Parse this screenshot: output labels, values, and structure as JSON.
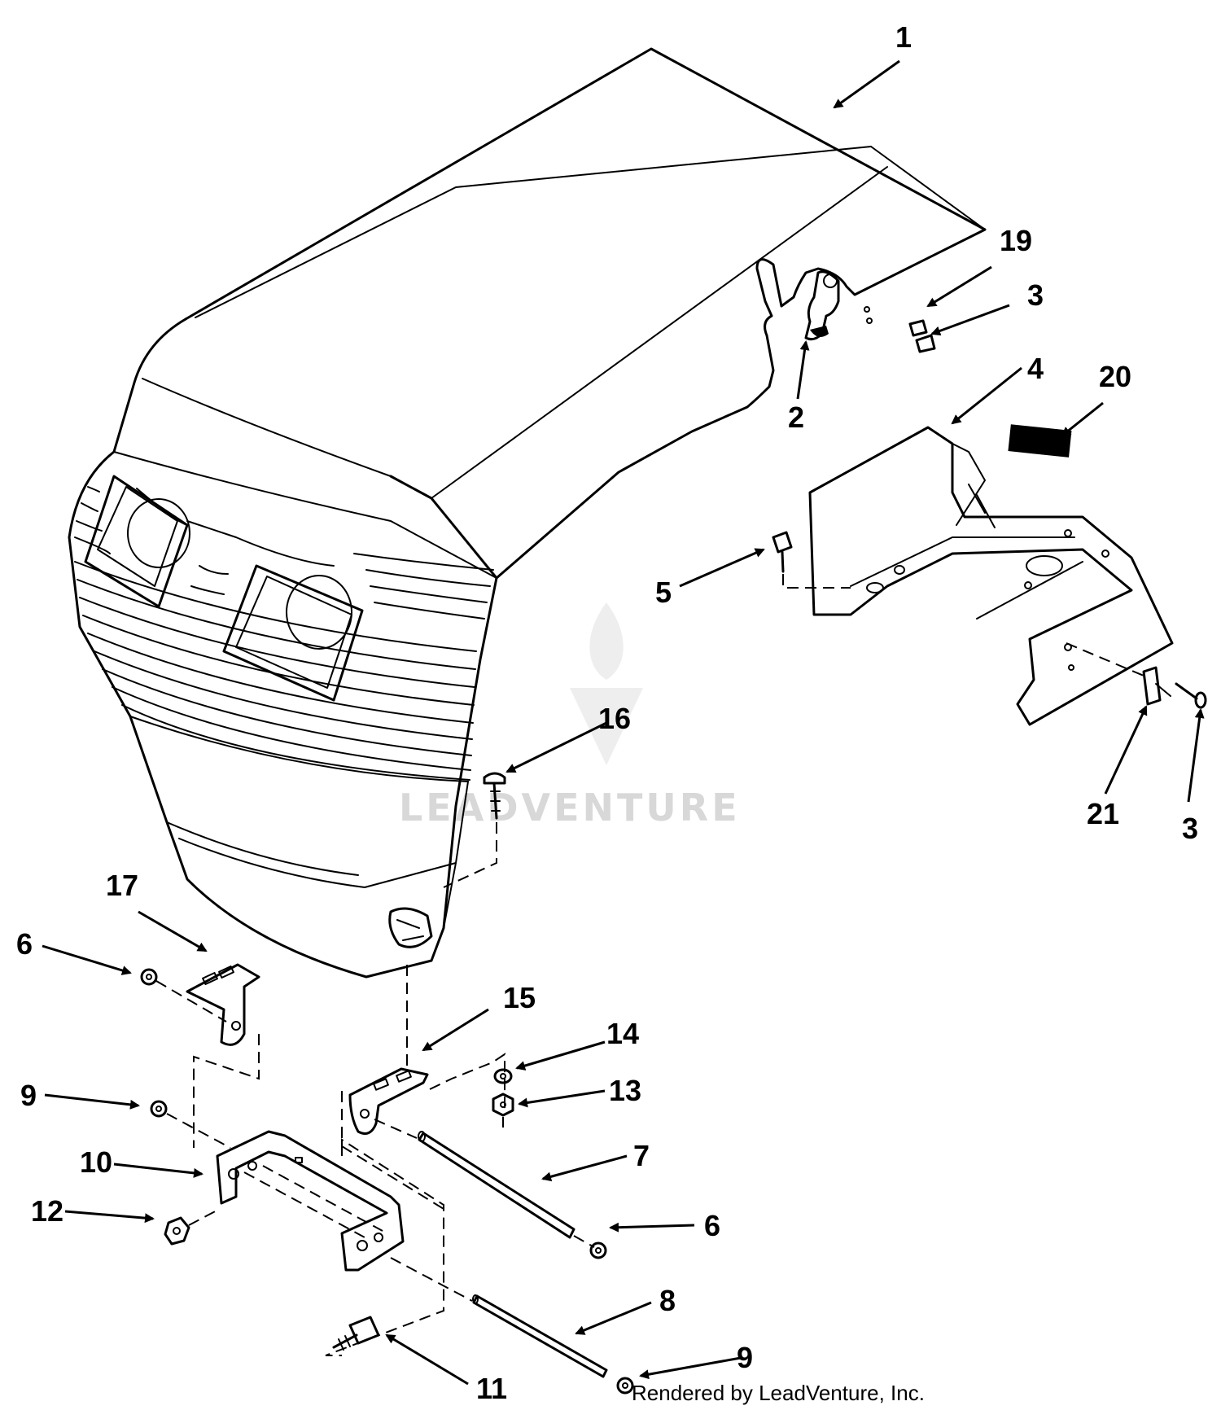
{
  "callouts": [
    {
      "id": "c1",
      "label": "1"
    },
    {
      "id": "c2",
      "label": "2"
    },
    {
      "id": "c3a",
      "label": "3"
    },
    {
      "id": "c3b",
      "label": "3"
    },
    {
      "id": "c4",
      "label": "4"
    },
    {
      "id": "c5",
      "label": "5"
    },
    {
      "id": "c6a",
      "label": "6"
    },
    {
      "id": "c6b",
      "label": "6"
    },
    {
      "id": "c7",
      "label": "7"
    },
    {
      "id": "c8",
      "label": "8"
    },
    {
      "id": "c9a",
      "label": "9"
    },
    {
      "id": "c9b",
      "label": "9"
    },
    {
      "id": "c10",
      "label": "10"
    },
    {
      "id": "c11",
      "label": "11"
    },
    {
      "id": "c12",
      "label": "12"
    },
    {
      "id": "c13",
      "label": "13"
    },
    {
      "id": "c14",
      "label": "14"
    },
    {
      "id": "c15",
      "label": "15"
    },
    {
      "id": "c16",
      "label": "16"
    },
    {
      "id": "c17",
      "label": "17"
    },
    {
      "id": "c19",
      "label": "19"
    },
    {
      "id": "c20",
      "label": "20"
    },
    {
      "id": "c21",
      "label": "21"
    }
  ],
  "watermark": "LEADVENTURE",
  "footer": "Rendered by LeadVenture, Inc."
}
